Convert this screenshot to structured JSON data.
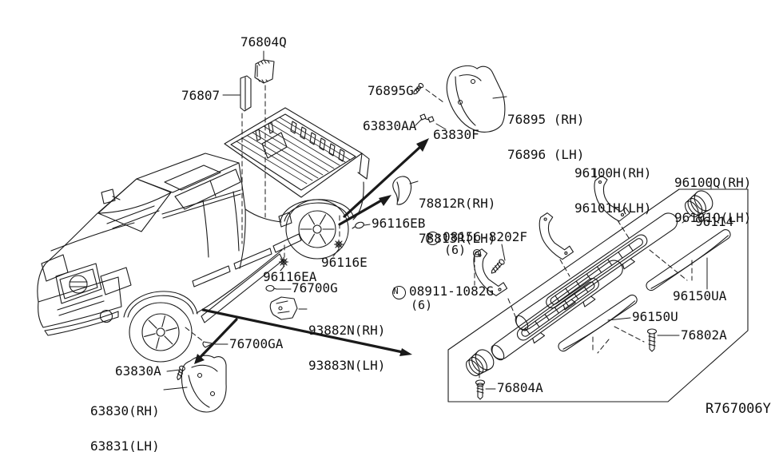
{
  "diagram": {
    "ref_code": "R767006Y",
    "ink_color": "#111111",
    "background_color": "#ffffff"
  },
  "labels": {
    "l76804q": "76804Q",
    "l76807": "76807",
    "l76895g": "76895G",
    "l63830aa": "63830AA",
    "l63830f": "63830F",
    "l76895": "76895 (RH)",
    "l76896": "76896 (LH)",
    "l96100h": "96100H(RH)",
    "l96101h": "96101H(LH)",
    "l96100q": "96100Q(RH)",
    "l96101q": "96101Q(LH)",
    "l96114": "96114",
    "l78812r": "78812R(RH)",
    "l78813r": "78813R(LH)",
    "l96116eb": "96116EB",
    "b_prefix": "B",
    "l08156": "08156-8202F",
    "l08156_qty": "(6)",
    "l96116e": "96116E",
    "l96116ea": "96116EA",
    "l76700g": "76700G",
    "l93882n": "93882N(RH)",
    "l93883n": "93883N(LH)",
    "n_prefix": "N",
    "l08911": "08911-1082G",
    "l08911_qty": "(6)",
    "l96150ua": "96150UA",
    "l96150u": "96150U",
    "l76802a": "76802A",
    "l76700ga": "76700GA",
    "l63830a": "63830A",
    "l63830": "63830(RH)",
    "l63831": "63831(LH)",
    "l76804a": "76804A"
  }
}
